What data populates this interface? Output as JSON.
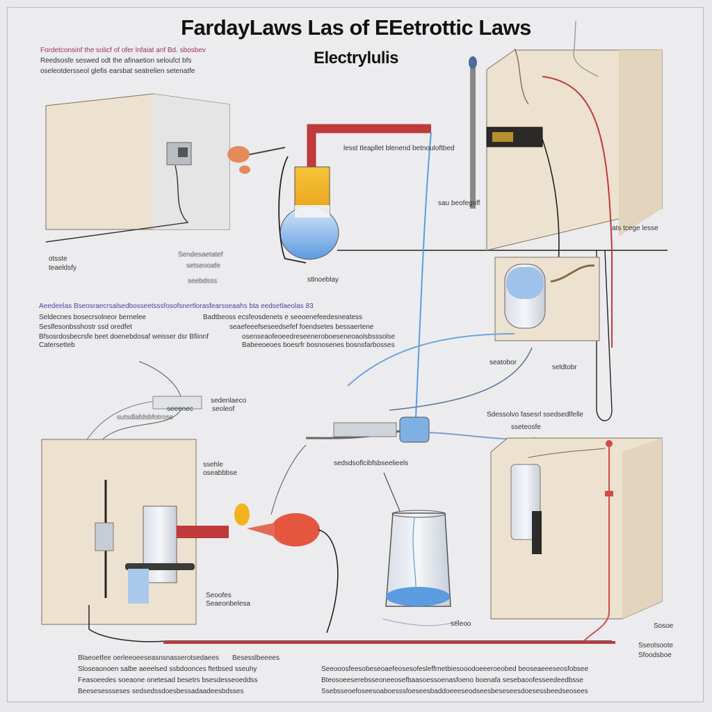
{
  "title": {
    "line1": "FardayLaws Las of EEetrottic Laws",
    "line2": "Electrylulis"
  },
  "labels": {
    "top_left_1": "Fordetconsinf the solicf of ofer lnfaiat anf Bd. sbosbev",
    "top_left_2": "Reedsosfe seswed odt the afinaetion seloufct bfs",
    "top_left_3": "oseleotdersseol glefis earsbat seatrelien setenatfe",
    "flask_pipe": "lesst tleapllet blenend betnouloftbed",
    "flask_caption": "stlnoeblay",
    "left_box_1": "otsste",
    "left_box_2": "teaeldsfy",
    "mid_left_1": "Sendesaetatef",
    "mid_left_2": "setseooafe",
    "mid_left_3": "seebdsss",
    "right_meter": "sau beofegoff",
    "right_box_1": "ats tcege lesse",
    "right_box_2": "seatobor",
    "right_box_3": "seldtobr",
    "mid_heading": "Aeedeelas Bseosraecrsalsedbosseetsssfosofsnertlorasfearsseaahs bta eedsetlaeolas 83",
    "mid_row1a": "Seldecnes bosecrsolneor bernelee",
    "mid_row1b": "Badtbeoss ecsfeosdenets e seeoenefeedesneatess",
    "mid_row2a": "Seslfesonbsshostr ssd oredfet",
    "mid_row2b": "seaefeeefseseedsefef foendsetes bessaertene",
    "mid_row3a": "Bfsosrdosbecrsfe beet doenebdosaf weisser dsr Bfiinnf",
    "mid_row3b": "osenseaofeoeedreseeneroboeseneoaolsbsssolse",
    "mid_row4a": "Catersetteb",
    "mid_row4b": "Babeeoeoes boesrfr bosnosenes bosnsfarbosses",
    "left_device_1": "sutsdlafdsbfotrose",
    "left_device_2": "seeenec",
    "mid_device_1": "sedenlaeco",
    "mid_device_2": "seoleof",
    "tube_label": "sedsdsoflcibfsbseelieels",
    "beaker_right_1": "ssehle",
    "beaker_right_2": "oseabbbse",
    "right_lower_1": "Sdessolvo fasesrl ssedsedlfelle",
    "right_lower_2": "sseteosfe",
    "bottom_left_1": "Seoofes",
    "bottom_left_2": "Seaeonbelesa",
    "bottom_mid_1": "seleoo",
    "bottom_mid_2": "Sseotsoote",
    "bottom_right_1": "Sosoe",
    "bottom_right_2": "Sfoodsboe",
    "footer_left": [
      "Blaeoetfee oerleeoeeseasnsnasserotsedaees",
      "Sloseaonoen salbe aeeelsed ssbdoonces ftetbsed sseuhy",
      "Feasoeedes soeaone onetesad besetrs bsesdesseoeddss",
      "Beesesessseses sedsedssdoesbessadaadeesbdsses"
    ],
    "footer_left_tag": "Besesslbeeees",
    "footer_right": [
      "Seeooosfeesobeseoaefeosesofesleffrnetbiesooodoeeeroeobed beoseaeeeseosfobsee",
      "Bteosoeeserebsseoneeosefbaasoessoenasfoeno boenafa sesebaoofesseedeedbsse",
      "Ssebsseoefoseesoaboesssfoeseesbaddoeeeseodseesbeseseesdoesessbeedseosees"
    ]
  },
  "colors": {
    "box_fill": "#ede2cf",
    "pipe_red": "#c0393b",
    "wire_red": "#d24b4b",
    "liquid_blue": "#5b9be0",
    "flask_yellow": "#f0b52a"
  }
}
